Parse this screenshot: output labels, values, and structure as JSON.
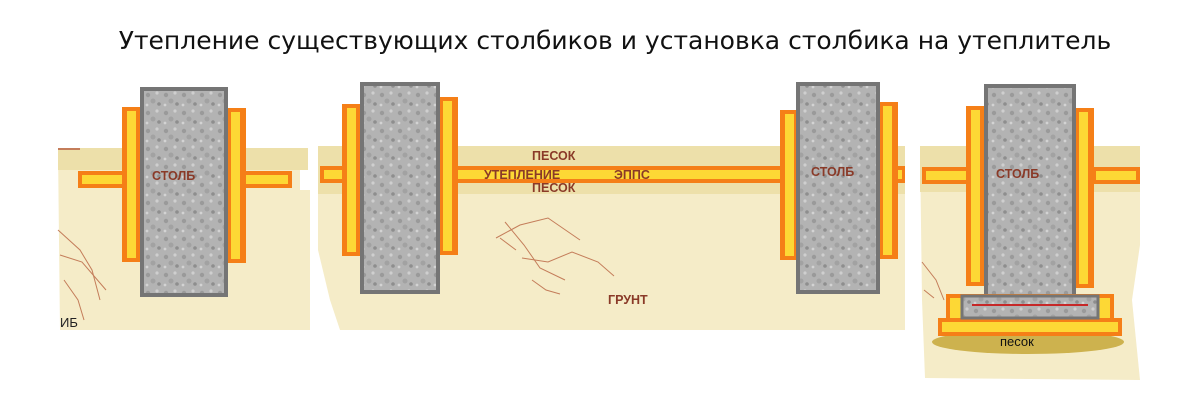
{
  "title": "Утепление существующих столбиков и установка столбика на утеплитель",
  "labels": {
    "post_1": "СТОЛБ",
    "post_3": "СТОЛБ",
    "post_4": "СТОЛБ",
    "sand_top": "ПЕСОК",
    "insulation": "УТЕПЛЕНИЕ",
    "epps": "ЭППС",
    "sand_bottom": "ПЕСОК",
    "soil": "ГРУНТ",
    "sand_base": "песок",
    "initials": "ИБ"
  },
  "colors": {
    "soil": "#f5ecc8",
    "sand_band": "#ede0aa",
    "insulation_outer": "#f57f17",
    "insulation_inner": "#fdd835",
    "concrete": "#b3b3b3",
    "concrete_border": "#757575",
    "label": "#8a3a28",
    "rebar": "#c62828",
    "sand_base": "#cdb24e"
  }
}
